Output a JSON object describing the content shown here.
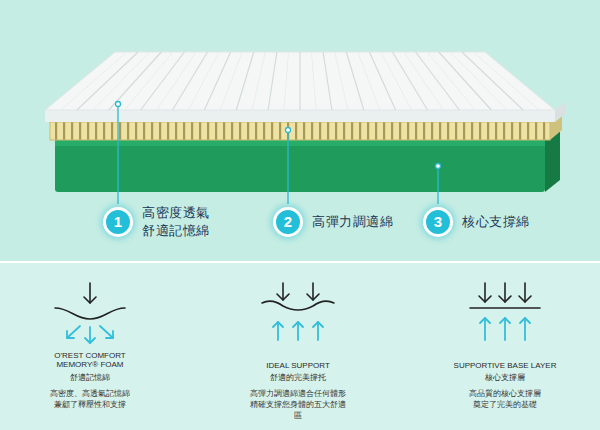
{
  "diagram": {
    "nodes": [
      {
        "text": [
          "1",
          "高密度透氣 舒適記憶綿"
        ]
      },
      {
        "text": [
          "2",
          "高彈力調適綿"
        ]
      },
      {
        "text": [
          "3",
          "核心支撐綿"
        ]
      }
    ],
    "labels": [
      "O'REST COMFORT MEMORY® FOAM",
      "舒適記憶綿",
      "高密度、高透氣記憶綿 兼顧了釋壓性和支撐",
      "IDEAL SUPPORT",
      "舒適的完美撐托",
      "高彈力調適綿適合任何體形 精確支撐您身體的五大舒適區",
      "SUPPORTIVE BASE LAYER",
      "核心支撐層",
      "高品質的核心支撐層 奠定了完美的基礎"
    ]
  }
}
